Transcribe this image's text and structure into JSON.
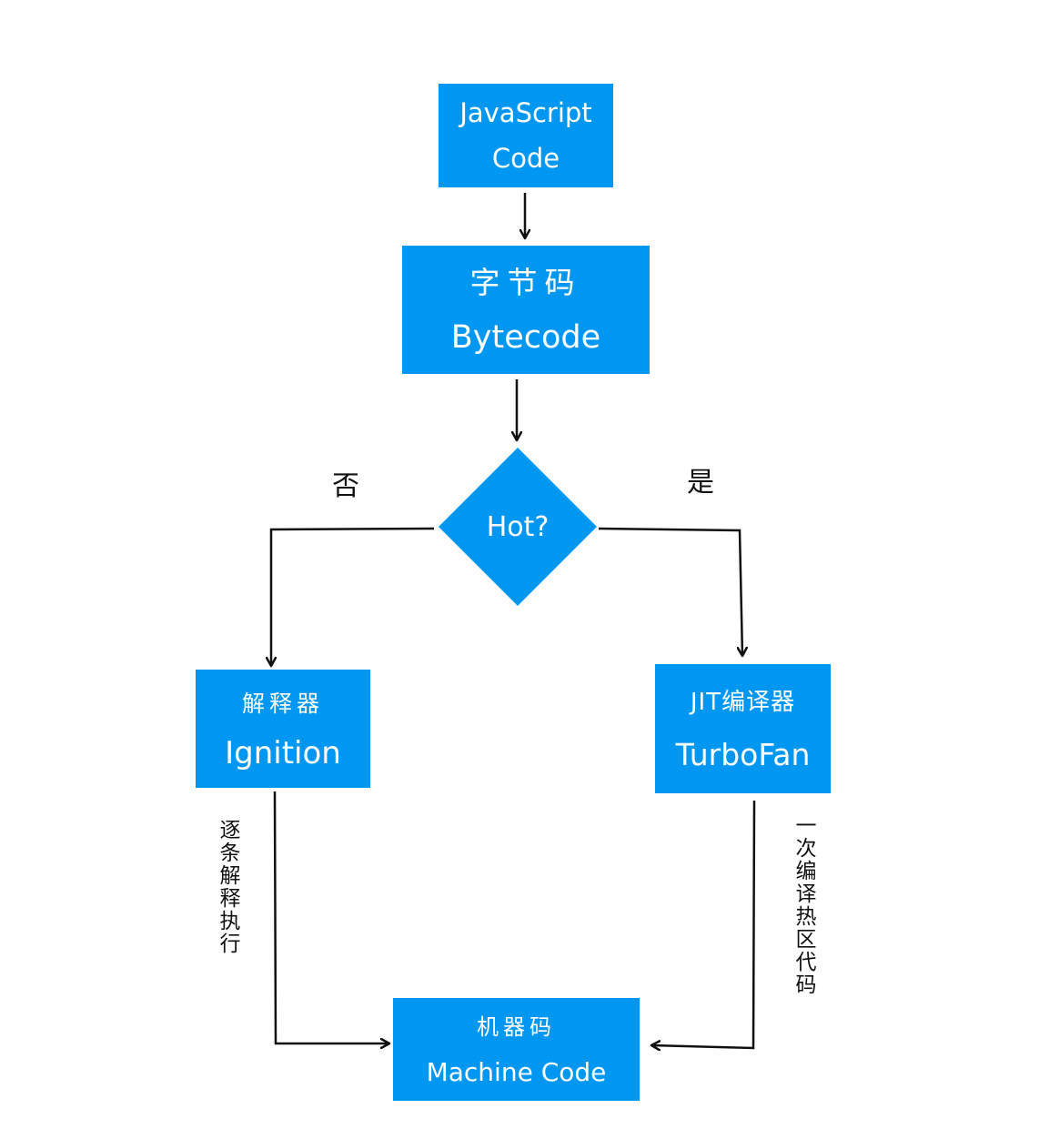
{
  "colors": {
    "node_fill": "#0097f2",
    "node_text": "#ffffff",
    "edge": "#111111",
    "label": "#111111"
  },
  "nodes": {
    "js_code": {
      "line1": "JavaScript",
      "line2": "Code"
    },
    "bytecode": {
      "line1": "字节码",
      "line2": "Bytecode"
    },
    "hot": {
      "label": "Hot?"
    },
    "ignition": {
      "line1": "解释器",
      "line2": "Ignition"
    },
    "turbofan": {
      "line1": "JIT编译器",
      "line2": "TurboFan"
    },
    "machine_code": {
      "line1": "机器码",
      "line2": "Machine Code"
    }
  },
  "edge_labels": {
    "no": "否",
    "yes": "是",
    "interpret": "逐条解释执行",
    "compile": "一次编译热区代码"
  }
}
